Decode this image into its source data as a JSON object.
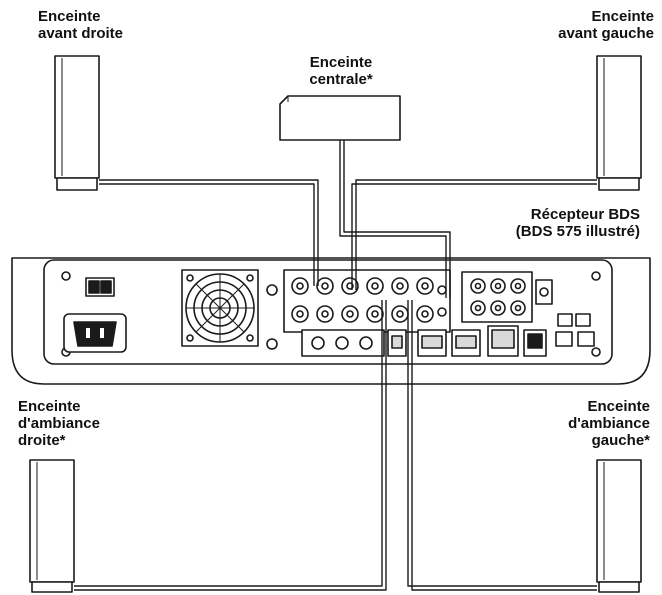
{
  "labels": {
    "front_right": [
      "Enceinte",
      "avant droite"
    ],
    "front_left": [
      "Enceinte",
      "avant gauche"
    ],
    "center": [
      "Enceinte",
      "centrale*"
    ],
    "receiver": [
      "Récepteur BDS",
      "(BDS 575 illustré)"
    ],
    "surround_right": [
      "Enceinte",
      "d'ambiance",
      "droite*"
    ],
    "surround_left": [
      "Enceinte",
      "d'ambiance",
      "gauche*"
    ]
  },
  "colors": {
    "line": "#1a1a1a",
    "fill": "#ffffff",
    "shade": "#d9d9d9"
  }
}
